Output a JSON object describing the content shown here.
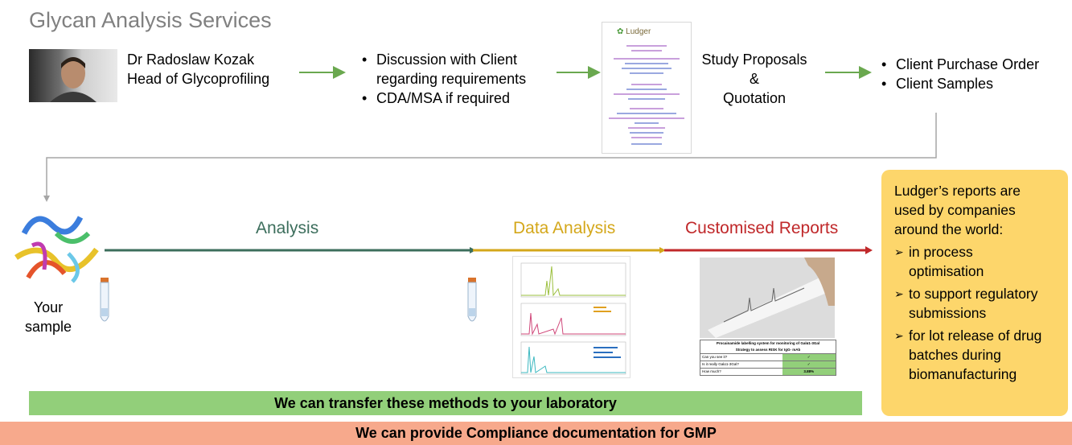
{
  "title": "Glycan Analysis Services",
  "person": {
    "name": "Dr Radoslaw Kozak",
    "role": "Head of Glycoprofiling"
  },
  "discussion": {
    "items": [
      "Discussion with Client",
      "regarding requirements",
      "CDA/MSA if required"
    ]
  },
  "document": {
    "logo_text": "Ludger"
  },
  "study": {
    "line1": "Study Proposals",
    "line2": "&",
    "line3": "Quotation"
  },
  "client": {
    "items": [
      "Client Purchase Order",
      "Client Samples"
    ]
  },
  "sample": {
    "line1": "Your",
    "line2": "sample"
  },
  "stages": {
    "analysis": "Analysis",
    "data_analysis": "Data Analysis",
    "reports": "Customised Reports"
  },
  "colors": {
    "analysis": "#3c6e5c",
    "data_analysis": "#d4a71a",
    "reports": "#c0282a",
    "arrow_green": "#6aa84f",
    "yellow_box": "#fdd66b",
    "green_bar": "#92cf7a",
    "orange_bar": "#f7a98c"
  },
  "report_table": {
    "title1": "Procainamide labelling system for monitoring of Galα1-3Gal",
    "title2": "Strategy to assess RISK for IgG- mAb",
    "rows": [
      {
        "q": "Can you see it?",
        "a": "✓"
      },
      {
        "q": "Is it really Galα1-3Gal?",
        "a": "✓"
      },
      {
        "q": "How much?",
        "a": "3.88%"
      }
    ]
  },
  "yellow_box": {
    "intro": [
      "Ludger’s reports are",
      "used by companies",
      "around the world:"
    ],
    "items": [
      [
        "in process",
        "optimisation"
      ],
      [
        "to support regulatory",
        "submissions"
      ],
      [
        "for lot release of drug",
        "batches during",
        "biomanufacturing"
      ]
    ]
  },
  "bars": {
    "transfer": "We can transfer these methods to your laboratory",
    "compliance": "We can provide Compliance documentation for GMP"
  }
}
